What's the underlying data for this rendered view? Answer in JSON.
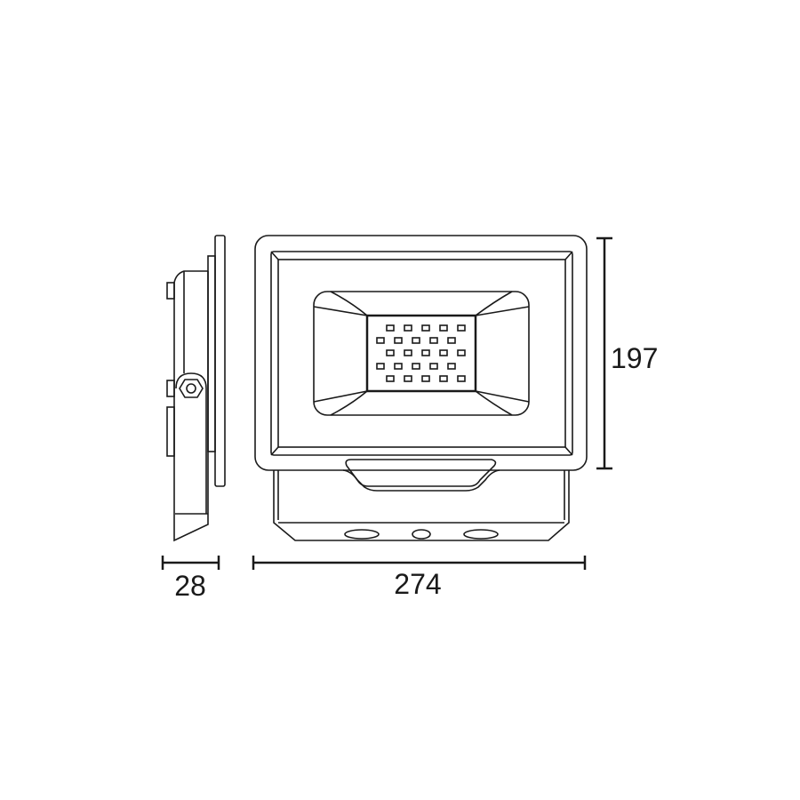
{
  "dimensions": {
    "height": "197",
    "width": "274",
    "depth": "28"
  },
  "led_grid": {
    "rows": 5,
    "per_row": 5
  },
  "colors": {
    "line": "#1a1a1a",
    "background": "#ffffff"
  }
}
